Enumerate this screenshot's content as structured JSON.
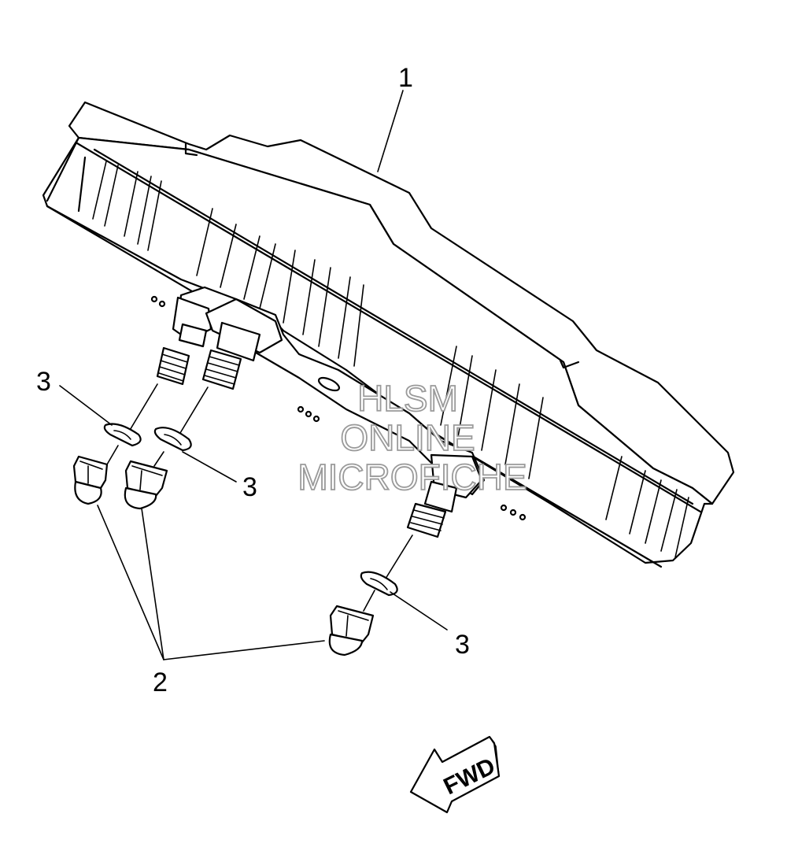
{
  "callouts": {
    "c1": "1",
    "c2": "2",
    "c3a": "3",
    "c3b": "3",
    "c3c": "3"
  },
  "watermark": {
    "line1": "HLSM",
    "line2": "ONLINE",
    "line3": "MICROFICHE"
  },
  "fwd_arrow": {
    "label": "FWD"
  }
}
